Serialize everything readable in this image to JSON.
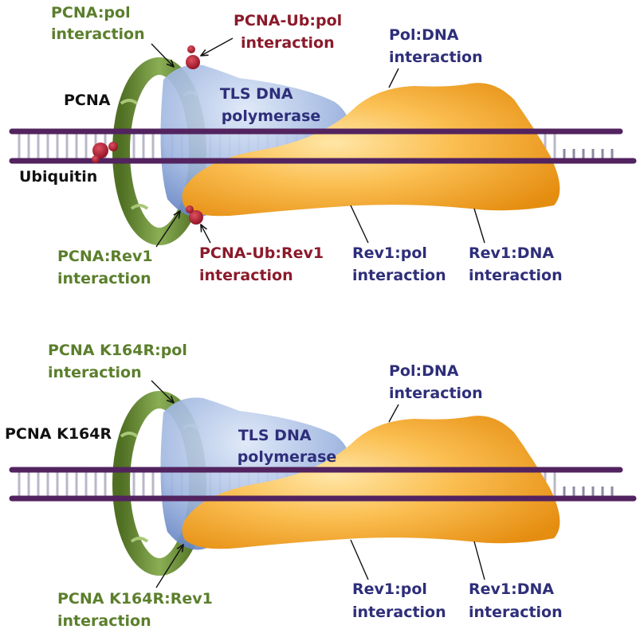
{
  "colors": {
    "pcna_green": "#5b7f2c",
    "ub_red": "#8b1a2b",
    "dna_blue": "#2e2e7a",
    "black": "#111111",
    "dna_backbone": "#52235f",
    "rev1_orange": "#f6a52a",
    "pol_blue": "#8aa6d6"
  },
  "panel_top": {
    "pcna_pol": [
      "PCNA:pol",
      "interaction"
    ],
    "pcnaub_pol": [
      "PCNA-Ub:pol",
      "interaction"
    ],
    "pol_dna": [
      "Pol:DNA",
      "interaction"
    ],
    "pcna": "PCNA",
    "polymerase": [
      "TLS DNA",
      "polymerase"
    ],
    "ubiquitin": "Ubiquitin",
    "pcna_rev1": [
      "PCNA:Rev1",
      "interaction"
    ],
    "pcnaub_rev1": [
      "PCNA-Ub:Rev1",
      "interaction"
    ],
    "rev1_pol": [
      "Rev1:pol",
      "interaction"
    ],
    "rev1_dna": [
      "Rev1:DNA",
      "interaction"
    ]
  },
  "panel_bottom": {
    "pcna_pol": [
      "PCNA K164R:pol",
      "interaction"
    ],
    "pol_dna": [
      "Pol:DNA",
      "interaction"
    ],
    "pcna": "PCNA K164R",
    "polymerase": [
      "TLS DNA",
      "polymerase"
    ],
    "pcna_rev1": [
      "PCNA K164R:Rev1",
      "interaction"
    ],
    "rev1_pol": [
      "Rev1:pol",
      "interaction"
    ],
    "rev1_dna": [
      "Rev1:DNA",
      "interaction"
    ]
  }
}
